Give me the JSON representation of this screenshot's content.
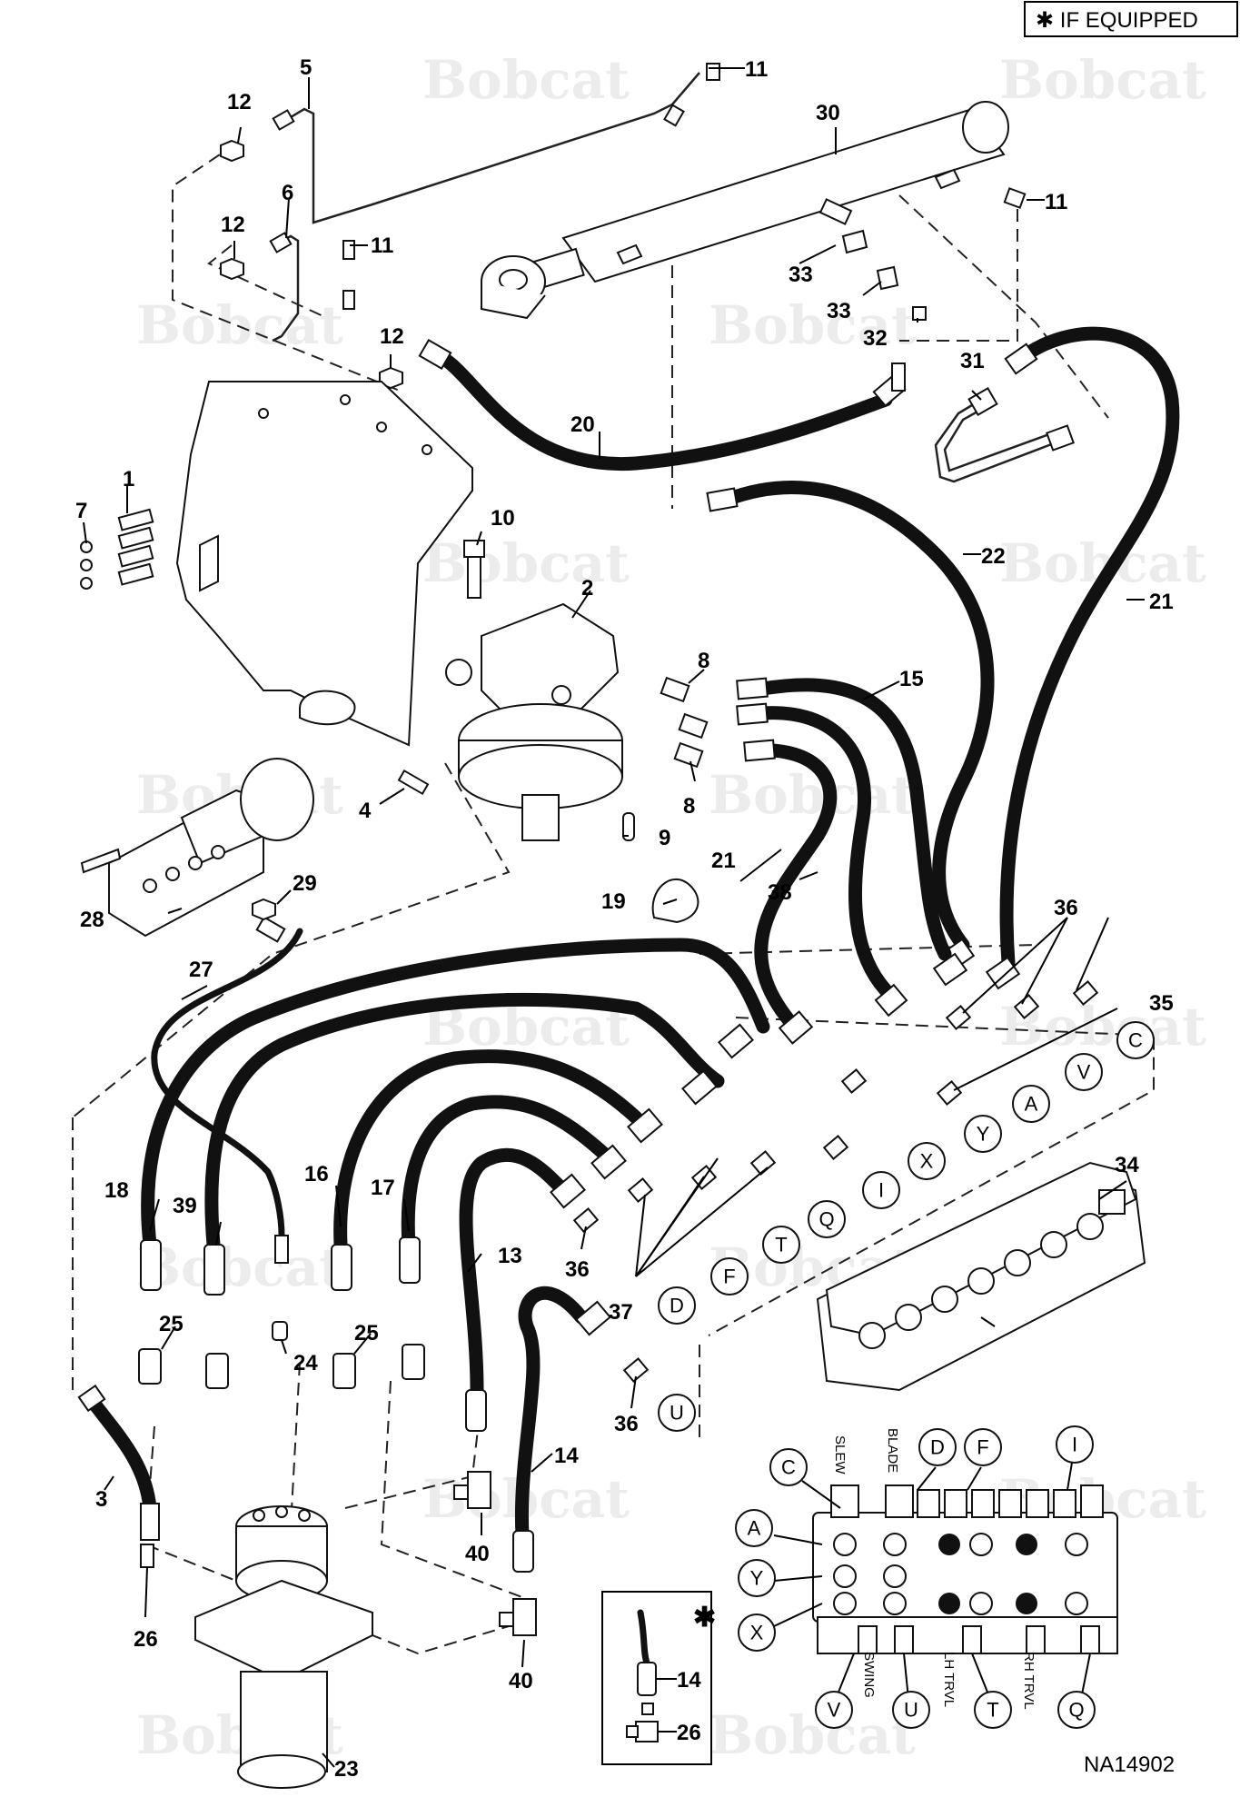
{
  "header": {
    "if_equipped": "✱ IF EQUIPPED"
  },
  "drawing_number": "NA14902",
  "watermark_text": "Bobcat",
  "callouts": {
    "c1": "1",
    "c2": "2",
    "c3": "3",
    "c4": "4",
    "c5": "5",
    "c6": "6",
    "c7": "7",
    "c8a": "8",
    "c8b": "8",
    "c9": "9",
    "c10": "10",
    "c11a": "11",
    "c11b": "11",
    "c11c": "11",
    "c12a": "12",
    "c12b": "12",
    "c12c": "12",
    "c13": "13",
    "c14": "14",
    "c15": "15",
    "c16": "16",
    "c17": "17",
    "c18": "18",
    "c19": "19",
    "c20": "20",
    "c21a": "21",
    "c21b": "21",
    "c22": "22",
    "c23": "23",
    "c24": "24",
    "c25a": "25",
    "c25b": "25",
    "c26": "26",
    "c27": "27",
    "c28": "28",
    "c29": "29",
    "c30": "30",
    "c31": "31",
    "c32": "32",
    "c33a": "33",
    "c33b": "33",
    "c34": "34",
    "c35": "35",
    "c36a": "36",
    "c36b": "36",
    "c36c": "36",
    "c37": "37",
    "c38": "38",
    "c39": "39",
    "c40a": "40",
    "c40b": "40"
  },
  "port_letters": {
    "p_c": "C",
    "p_v": "V",
    "p_a": "A",
    "p_y": "Y",
    "p_x": "X",
    "p_i": "I",
    "p_q": "Q",
    "p_t": "T",
    "p_f": "F",
    "p_d": "D",
    "p_u": "U"
  },
  "inset": {
    "labels": {
      "slew": "SLEW",
      "blade": "BLADE",
      "swing": "SWING",
      "lh_trvl": "LH TRVL",
      "rh_trvl": "RH TRVL"
    },
    "letters": {
      "d": "D",
      "f": "F",
      "i": "I",
      "c": "C",
      "a": "A",
      "y": "Y",
      "x": "X",
      "v": "V",
      "u": "U",
      "t": "T",
      "q": "Q"
    }
  },
  "option_box": {
    "star": "✱",
    "c14": "14",
    "c26": "26"
  }
}
